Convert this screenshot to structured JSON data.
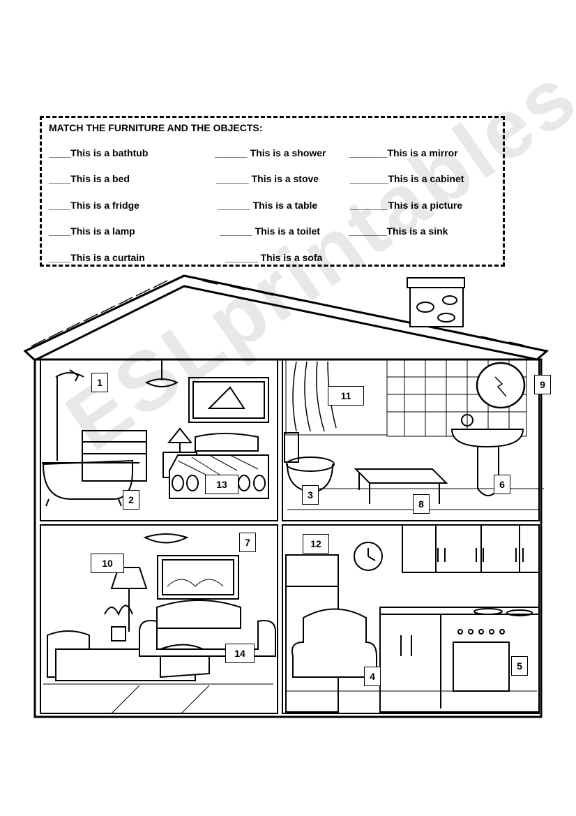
{
  "title": "MATCH THE FURNITURE AND THE OBJECTS:",
  "items": [
    "____This is a bathtub",
    "______ This is a shower",
    "_______This is a mirror",
    "____This is a bed",
    "______ This is a stove",
    "_______This is a cabinet",
    "____This is a fridge",
    "______ This is a table",
    "_______This is a picture",
    "____This is a lamp",
    "______ This is a toilet",
    "_______This is a sink",
    "____This is a curtain",
    "______ This is a sofa"
  ],
  "numbers": [
    "1",
    "2",
    "3",
    "4",
    "5",
    "6",
    "7",
    "8",
    "9",
    "10",
    "11",
    "12",
    "13",
    "14"
  ],
  "watermark": "ESLprintables.com"
}
